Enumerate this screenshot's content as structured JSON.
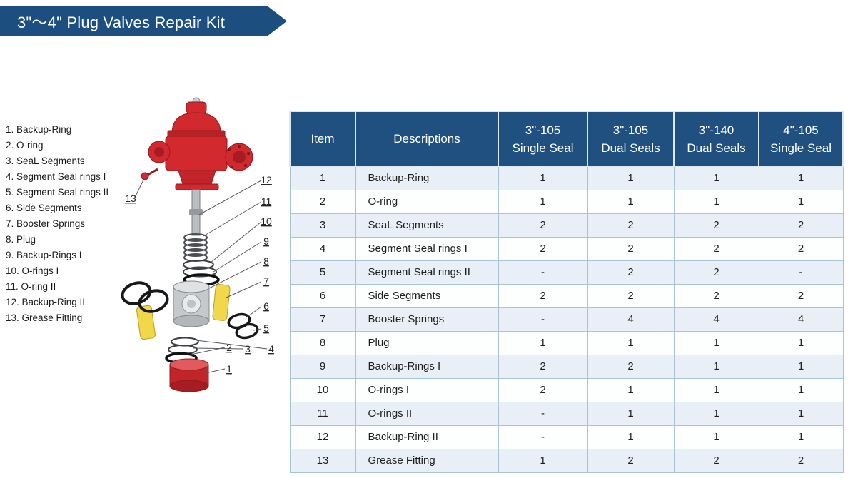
{
  "title": "3\"～4\" Plug Valves Repair Kit",
  "parts_list": [
    "1. Backup-Ring",
    "2. O-ring",
    "3. SeaL Segments",
    "4. Segment Seal rings I",
    "5. Segment Seal rings II",
    "6. Side Segments",
    "7. Booster Springs",
    "8. Plug",
    "9. Backup-Rings I",
    "10. O-rings I",
    "11. O-ring II",
    "12. Backup-Ring II",
    "13. Grease Fitting"
  ],
  "diagram": {
    "callouts": [
      "12",
      "11",
      "10",
      "9",
      "8",
      "7",
      "6",
      "5",
      "4",
      "3",
      "2",
      "1",
      "13"
    ]
  },
  "table": {
    "columns": [
      {
        "line1": "Item",
        "line2": ""
      },
      {
        "line1": "Descriptions",
        "line2": ""
      },
      {
        "line1": "3\"-105",
        "line2": "Single Seal"
      },
      {
        "line1": "3\"-105",
        "line2": "Dual Seals"
      },
      {
        "line1": "3\"-140",
        "line2": "Dual Seals"
      },
      {
        "line1": "4\"-105",
        "line2": "Single Seal"
      }
    ],
    "rows": [
      {
        "item": "1",
        "description": "Backup-Ring",
        "values": [
          "1",
          "1",
          "1",
          "1"
        ]
      },
      {
        "item": "2",
        "description": "O-ring",
        "values": [
          "1",
          "1",
          "1",
          "1"
        ]
      },
      {
        "item": "3",
        "description": "SeaL Segments",
        "values": [
          "2",
          "2",
          "2",
          "2"
        ]
      },
      {
        "item": "4",
        "description": "Segment Seal rings I",
        "values": [
          "2",
          "2",
          "2",
          "2"
        ]
      },
      {
        "item": "5",
        "description": "Segment Seal rings II",
        "values": [
          "-",
          "2",
          "2",
          "-"
        ]
      },
      {
        "item": "6",
        "description": "Side Segments",
        "values": [
          "2",
          "2",
          "2",
          "2"
        ]
      },
      {
        "item": "7",
        "description": "Booster Springs",
        "values": [
          "-",
          "4",
          "4",
          "4"
        ]
      },
      {
        "item": "8",
        "description": "Plug",
        "values": [
          "1",
          "1",
          "1",
          "1"
        ]
      },
      {
        "item": "9",
        "description": "Backup-Rings I",
        "values": [
          "2",
          "2",
          "1",
          "1"
        ]
      },
      {
        "item": "10",
        "description": "O-rings I",
        "values": [
          "2",
          "1",
          "1",
          "1"
        ]
      },
      {
        "item": "11",
        "description": "O-rings II",
        "values": [
          "-",
          "1",
          "1",
          "1"
        ]
      },
      {
        "item": "12",
        "description": "Backup-Ring II",
        "values": [
          "-",
          "1",
          "1",
          "1"
        ]
      },
      {
        "item": "13",
        "description": "Grease Fitting",
        "values": [
          "1",
          "2",
          "2",
          "2"
        ]
      }
    ]
  },
  "colors": {
    "banner_navy": "#1d4e80",
    "table_header_navy": "#20507f",
    "row_shade": "#e9eff6",
    "table_border": "#a9c3da",
    "valve_red": "#d2292e",
    "segment_yellow": "#f1d84b"
  }
}
